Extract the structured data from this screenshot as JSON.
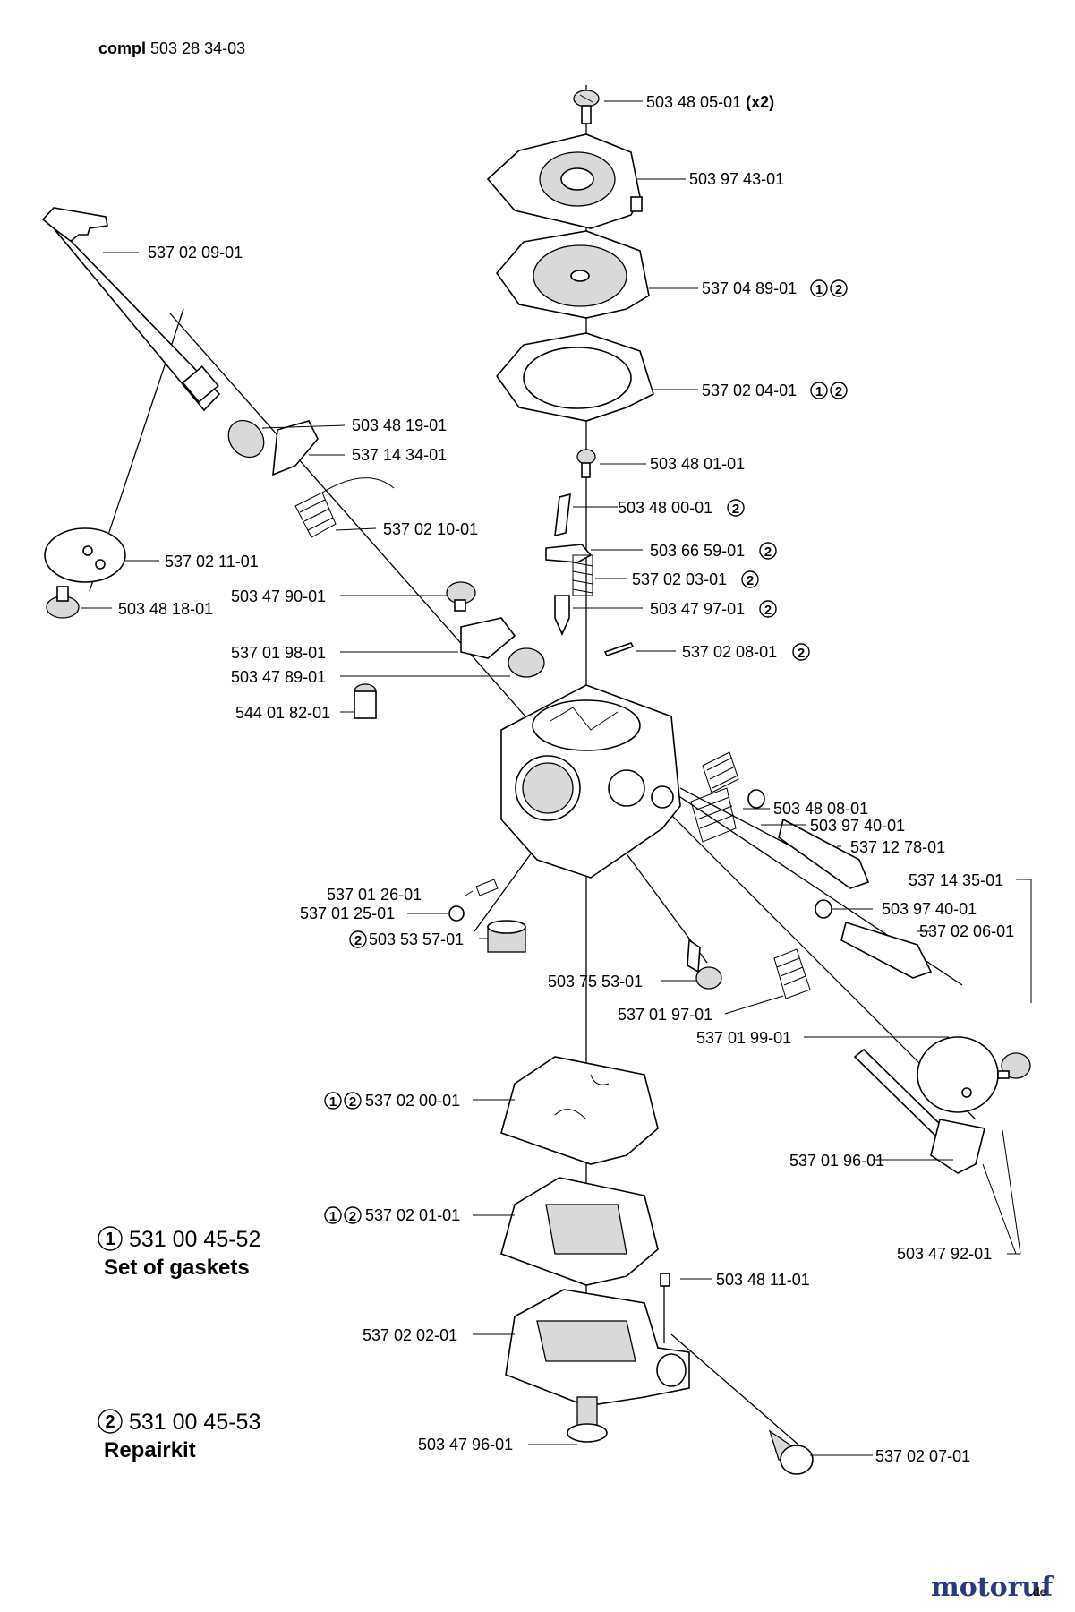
{
  "header": {
    "prefix": "compl",
    "number": "503 28 34-03"
  },
  "parts": {
    "p01": {
      "number": "503 48 05-01",
      "qty": "(x2)"
    },
    "p02": {
      "number": "503 97 43-01"
    },
    "p03": {
      "number": "537 04 89-01"
    },
    "p04": {
      "number": "537 02 04-01"
    },
    "p05": {
      "number": "503 48 01-01"
    },
    "p06": {
      "number": "503 48 00-01"
    },
    "p07": {
      "number": "503 66 59-01"
    },
    "p08": {
      "number": "537 02 03-01"
    },
    "p09": {
      "number": "503 47 97-01"
    },
    "p10": {
      "number": "537 02 08-01"
    },
    "p11": {
      "number": "537 02 09-01"
    },
    "p12": {
      "number": "503 48 19-01"
    },
    "p13": {
      "number": "537 14 34-01"
    },
    "p14": {
      "number": "537 02 10-01"
    },
    "p15": {
      "number": "537 02 11-01"
    },
    "p16": {
      "number": "503 47 90-01"
    },
    "p17": {
      "number": "503 48 18-01"
    },
    "p18": {
      "number": "537 01 98-01"
    },
    "p19": {
      "number": "503 47 89-01"
    },
    "p20": {
      "number": "544 01 82-01"
    },
    "p21": {
      "number": "503 48 08-01"
    },
    "p22": {
      "number": "503 97 40-01"
    },
    "p23": {
      "number": "537 12 78-01"
    },
    "p24": {
      "number": "537 14 35-01"
    },
    "p25": {
      "number": "537 01 26-01"
    },
    "p26": {
      "number": "537 01 25-01"
    },
    "p27": {
      "number": "503 97 40-01"
    },
    "p28": {
      "number": "503 53 57-01"
    },
    "p29": {
      "number": "537 02 06-01"
    },
    "p30": {
      "number": "503 75 53-01"
    },
    "p31": {
      "number": "537 01 97-01"
    },
    "p32": {
      "number": "537 01 99-01"
    },
    "p33": {
      "number": "537 02 00-01"
    },
    "p34": {
      "number": "537 01 96-01"
    },
    "p35": {
      "number": "537 02 01-01"
    },
    "p36": {
      "number": "503 47 92-01"
    },
    "p37": {
      "number": "503 48 11-01"
    },
    "p38": {
      "number": "537 02 02-01"
    },
    "p39": {
      "number": "503 47 96-01"
    },
    "p40": {
      "number": "537 02 07-01"
    }
  },
  "kit_marks": {
    "set1": "1",
    "set2": "2"
  },
  "kits": [
    {
      "mark": "1",
      "number": "531 00 45-52",
      "name": "Set of gaskets"
    },
    {
      "mark": "2",
      "number": "531 00 45-53",
      "name": "Repairkit"
    }
  ],
  "watermark": {
    "name": "motoruf",
    "suffix": ".de",
    "color_main": "#2a3a7a",
    "color_accent": "#e08a1c"
  }
}
